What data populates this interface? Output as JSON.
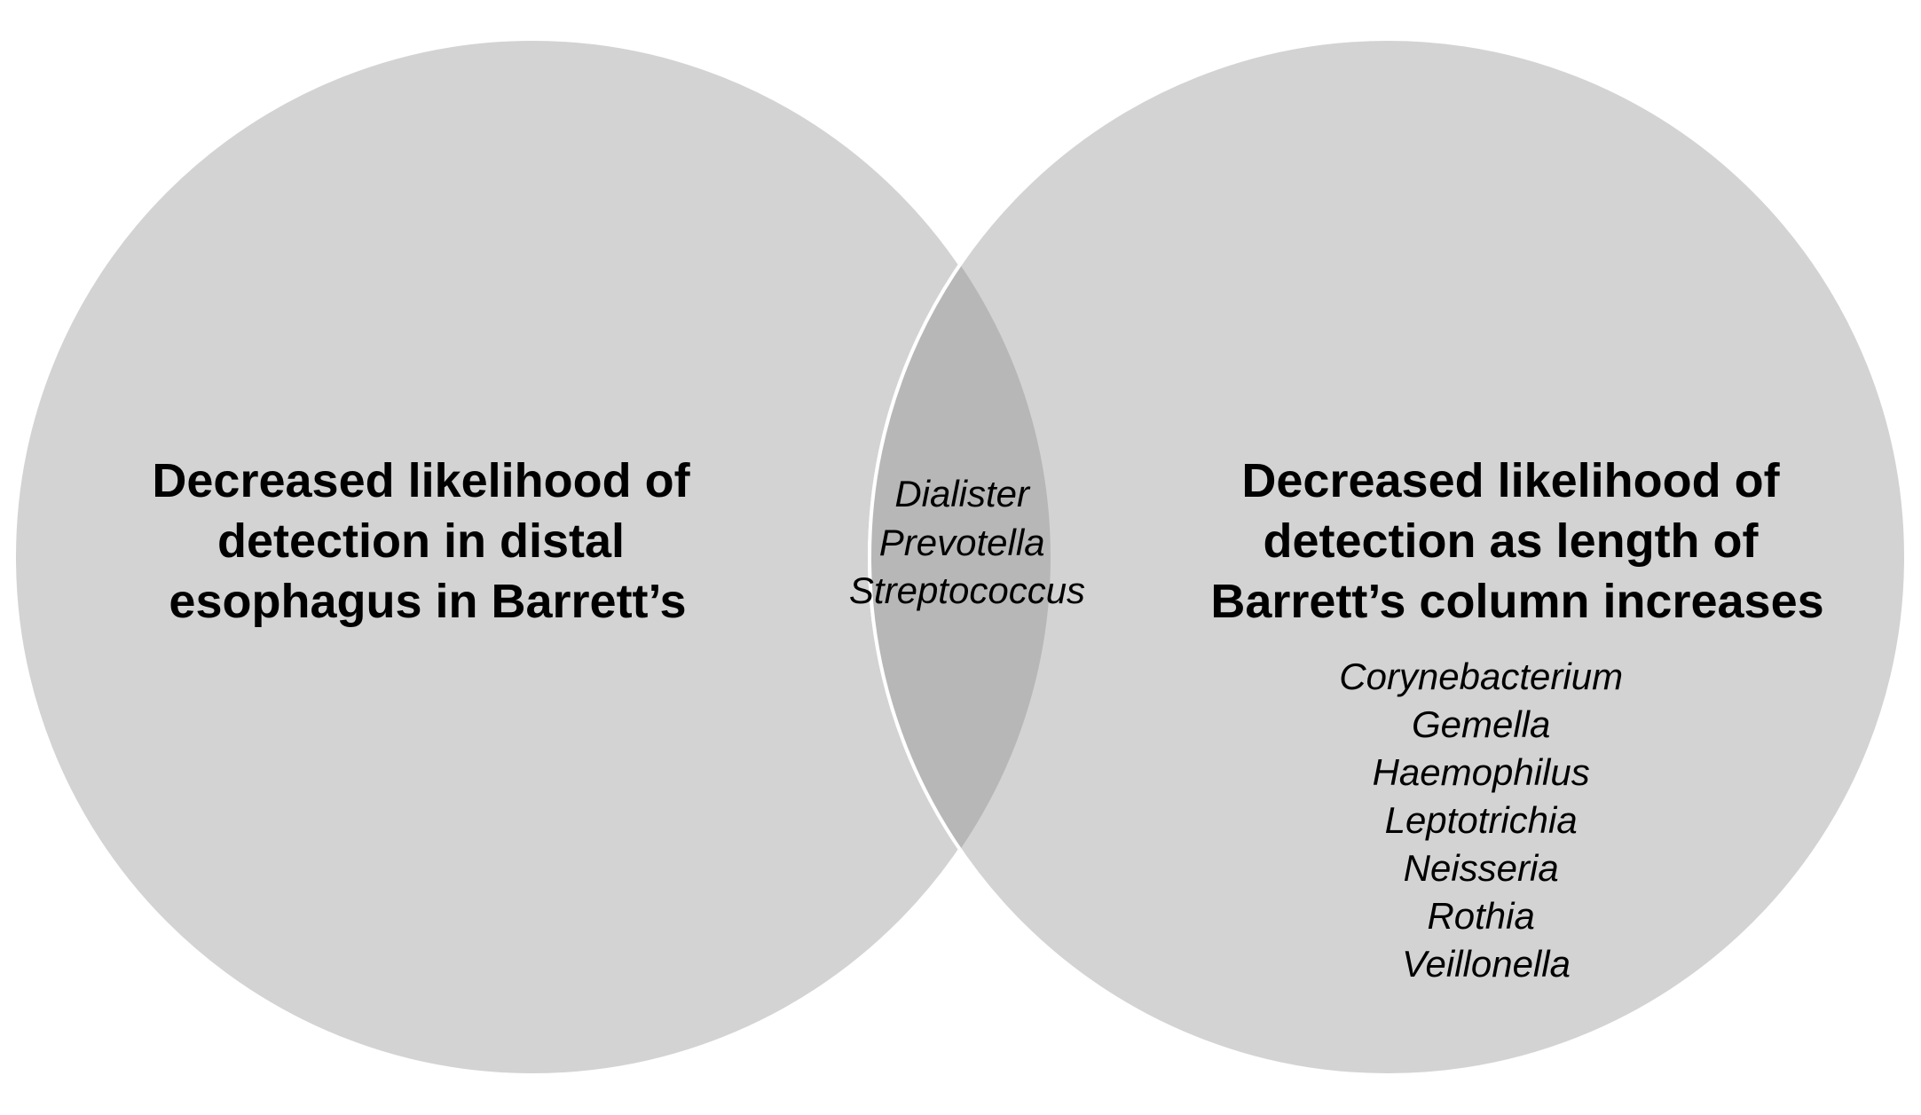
{
  "diagram": {
    "type": "venn",
    "colors": {
      "circle_fill": "#d3d3d3",
      "overlap_fill": "#b7b7b7",
      "outline": "#ffffff",
      "background": "#ffffff"
    },
    "left_set": {
      "heading_lines": [
        "Decreased likelihood of",
        "detection in distal",
        "esophagus in Barrett’s"
      ],
      "items": []
    },
    "right_set": {
      "heading_lines": [
        "Decreased likelihood of",
        "detection as length of",
        "Barrett’s column increases"
      ],
      "items": [
        "Corynebacterium",
        "Gemella",
        "Haemophilus",
        "Leptotrichia",
        "Neisseria",
        "Rothia",
        "Veillonella"
      ]
    },
    "intersection": {
      "items": [
        "Dialister",
        "Prevotella",
        "Streptococcus"
      ]
    }
  }
}
